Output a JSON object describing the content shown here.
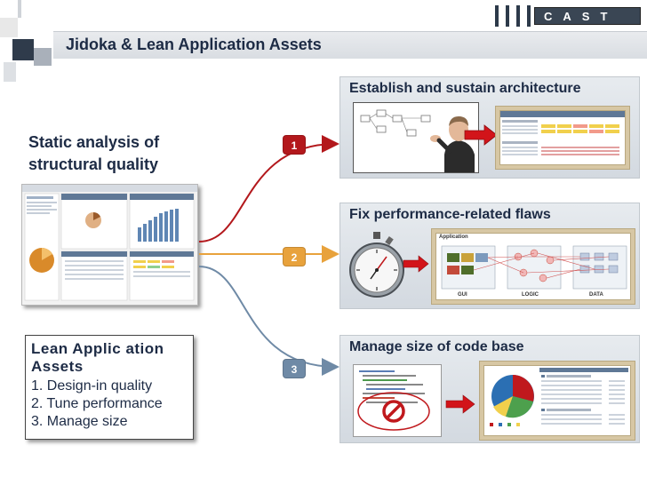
{
  "header": {
    "title": "Jidoka & Lean Application Assets",
    "logo_text": "CAST"
  },
  "left": {
    "static_heading": "Static analysis of structural quality",
    "lean_box": {
      "title": "Lean Applic ation Assets",
      "items": [
        "1.  Design-in quality",
        "2.  Tune performance",
        "3.  Manage size"
      ]
    }
  },
  "badges": [
    "1",
    "2",
    "3"
  ],
  "panels": [
    {
      "title": "Establish and sustain architecture"
    },
    {
      "title": "Fix performance-related flaws",
      "layers": [
        "GUI",
        "LOGIC",
        "DATA"
      ],
      "frame_label": "Application"
    },
    {
      "title": "Manage size of code base"
    }
  ],
  "colors": {
    "title_text": "#1d2b45",
    "curve_1": "#b3181c",
    "curve_2": "#e8a23c",
    "curve_3": "#6f8aa6",
    "arrow_red": "#d2141a"
  }
}
